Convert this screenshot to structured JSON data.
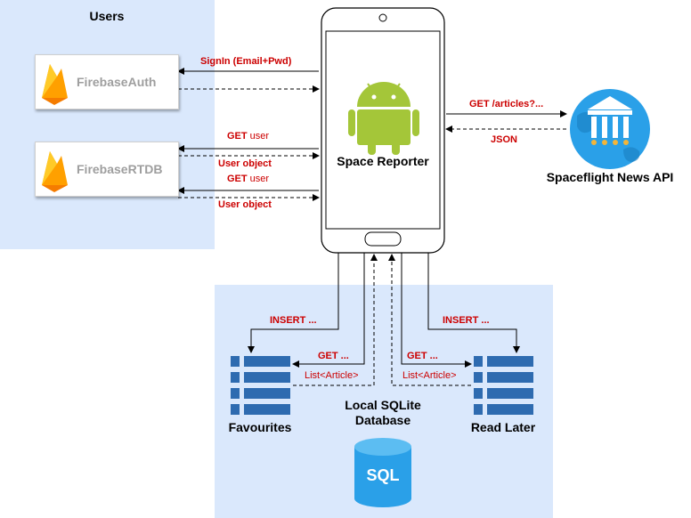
{
  "zones": {
    "users_title": "Users",
    "db_title_line1": "Local SQLite",
    "db_title_line2": "Database"
  },
  "services": {
    "auth": "FirebaseAuth",
    "rtdb": "FirebaseRTDB"
  },
  "app": {
    "name": "Space Reporter"
  },
  "api": {
    "name": "Spaceflight News API"
  },
  "tables": {
    "favourites": "Favourites",
    "read_later": "Read Later"
  },
  "sql_icon_text": "SQL",
  "edges": {
    "signin": "SignIn (Email+Pwd)",
    "get_user_1_bold": "GET",
    "get_user_1_rest": " user",
    "user_object_1": "User object",
    "get_user_2_bold": "GET",
    "get_user_2_rest": " user",
    "user_object_2": "User object",
    "get_articles": "GET /articles?...",
    "json": "JSON",
    "insert_left": "INSERT ...",
    "insert_right": "INSERT ...",
    "get_left": "GET ...",
    "get_right": "GET ...",
    "list_left": "List<Article>",
    "list_right": "List<Article>"
  },
  "colors": {
    "zone": "#dae8fc",
    "edge_label": "#cc0000",
    "table": "#2e6bb0",
    "api_circle": "#2aa0e8"
  }
}
